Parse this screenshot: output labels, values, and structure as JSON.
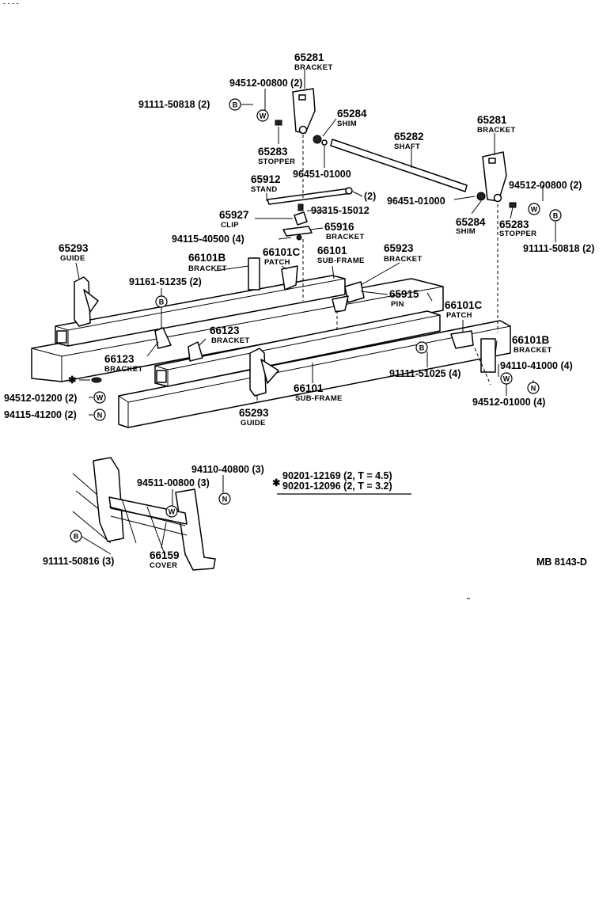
{
  "corner_mark": "- - - -",
  "callouts": [
    {
      "id": "c1",
      "number": "65281",
      "name": "BRACKET"
    },
    {
      "id": "c2",
      "number": "94512-00800 (2)"
    },
    {
      "id": "c3",
      "number": "91111-50818 (2)"
    },
    {
      "id": "c4",
      "number": "65284",
      "name": "SHIM"
    },
    {
      "id": "c5",
      "number": "65283",
      "name": "STOPPER"
    },
    {
      "id": "c6",
      "number": "96451-01000"
    },
    {
      "id": "c7",
      "number": "65282",
      "name": "SHAFT"
    },
    {
      "id": "c8",
      "number": "65281",
      "name": "BRACKET"
    },
    {
      "id": "c9",
      "number": "65912",
      "name": "STAND"
    },
    {
      "id": "c10",
      "number": "(2)"
    },
    {
      "id": "c11",
      "number": "96451-01000"
    },
    {
      "id": "c12",
      "number": "94512-00800 (2)"
    },
    {
      "id": "c13",
      "number": "65927",
      "name": "CLIP"
    },
    {
      "id": "c14",
      "number": "93315-15012"
    },
    {
      "id": "c15",
      "number": "65916",
      "name": "BRACKET"
    },
    {
      "id": "c16",
      "number": "94115-40500 (4)"
    },
    {
      "id": "c17",
      "number": "65284",
      "name": "SHIM"
    },
    {
      "id": "c18",
      "number": "65283",
      "name": "STOPPER"
    },
    {
      "id": "c19",
      "number": "91111-50818 (2)"
    },
    {
      "id": "c20",
      "number": "65293",
      "name": "GUIDE"
    },
    {
      "id": "c21",
      "number": "66101B",
      "name": "BRACKET"
    },
    {
      "id": "c22",
      "number": "66101C",
      "name": "PATCH"
    },
    {
      "id": "c23",
      "number": "66101",
      "name": "SUB-FRAME"
    },
    {
      "id": "c24",
      "number": "65923",
      "name": "BRACKET"
    },
    {
      "id": "c25",
      "number": "91161-51235 (2)"
    },
    {
      "id": "c26",
      "number": "65915",
      "name": "PIN"
    },
    {
      "id": "c27",
      "number": "66101C",
      "name": "PATCH"
    },
    {
      "id": "c28",
      "number": "66123",
      "name": "BRACKET"
    },
    {
      "id": "c29",
      "number": "66123",
      "name": "BRACKET"
    },
    {
      "id": "c30",
      "number": "66101B",
      "name": "BRACKET"
    },
    {
      "id": "c31",
      "number": "94110-41000 (4)"
    },
    {
      "id": "c32",
      "number": "91111-51025 (4)"
    },
    {
      "id": "c33",
      "number": "66101",
      "name": "SUB-FRAME"
    },
    {
      "id": "c34",
      "number": "94512-01200 (2)"
    },
    {
      "id": "c35",
      "number": "94115-41200 (2)"
    },
    {
      "id": "c36",
      "number": "94512-01000 (4)"
    },
    {
      "id": "c37",
      "number": "65293",
      "name": "GUIDE"
    },
    {
      "id": "c38",
      "number": "94110-40800 (3)"
    },
    {
      "id": "c39",
      "number": "94511-00800 (3)"
    },
    {
      "id": "c40",
      "number": "91111-50816 (3)"
    },
    {
      "id": "c41",
      "number": "66159",
      "name": "COVER"
    }
  ],
  "symbols": {
    "bolt": "B",
    "washer": "W",
    "nut": "N",
    "asterisk": "✱"
  },
  "shim_note": {
    "line1": "90201-12169 (2, T = 4.5)",
    "line2": "90201-12096 (2, T = 3.2)"
  },
  "reference": "MB  8143-D"
}
